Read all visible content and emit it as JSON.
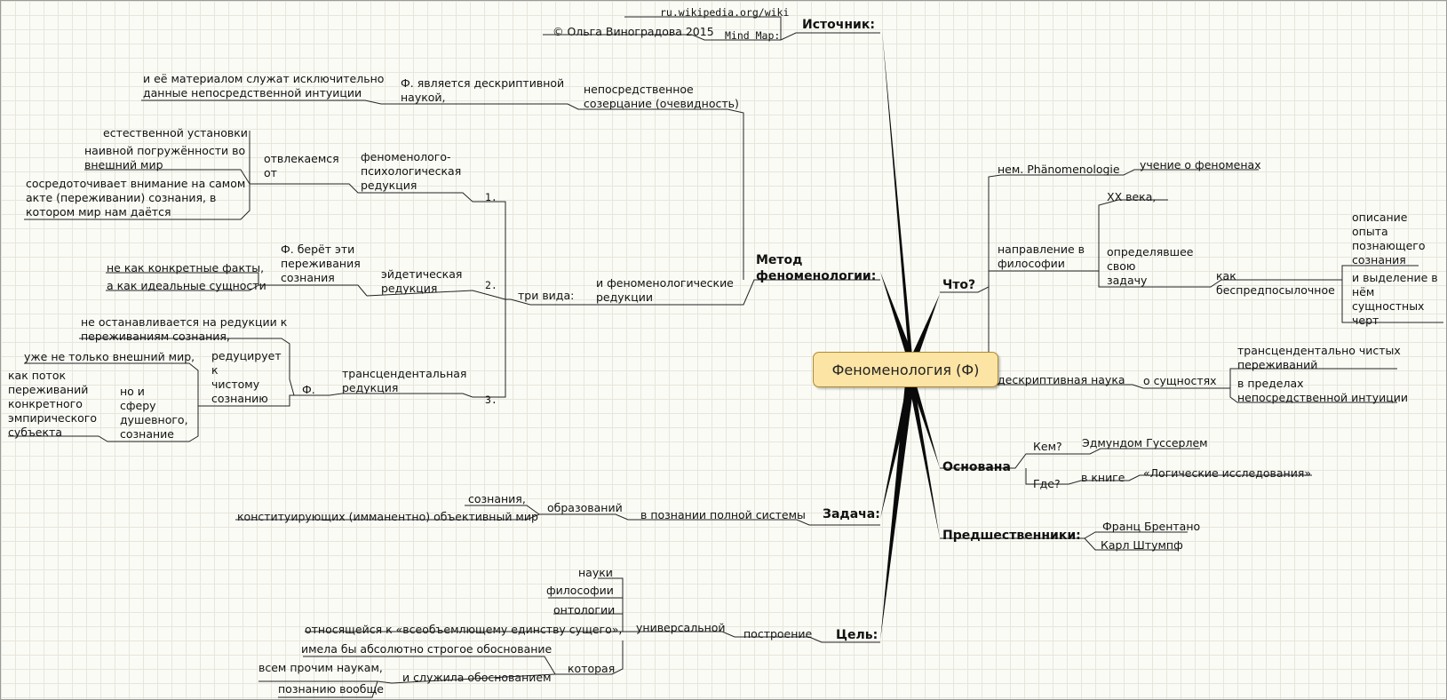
{
  "center": "Феноменология (Ф)",
  "branches": {
    "source": {
      "title": "Источник:",
      "site": "ru.wikipedia.org/wiki",
      "mindmap": "Mind Map:",
      "author": "© Ольга Виноградова 2015"
    },
    "method": {
      "title": "Метод\nфеноменологии:",
      "contemplation": "непосредственное\nсозерцание (очевидность)",
      "descriptive_science": "Ф. является дескриптивной\nнаукой,",
      "material": "и её материалом служат исключительно\nданные непосредственной интуиции",
      "reductions": "и феноменологические\nредукции",
      "three_kinds": "три вида:",
      "num1": "1.",
      "num2": "2.",
      "num3": "3.",
      "psych_reduction": "феноменолого-\nпсихологическая\nредукция",
      "abstract": "отвлекаемся\nот",
      "natural": "естественной установки",
      "naive": "наивной погружённости во\nвнешний мир",
      "focus": "сосредоточивает внимание на самом\nакте (переживании) сознания, в\nкотором мир нам даётся",
      "eidetic": "эйдетическая\nредукция",
      "takes": "Ф. берёт эти\nпереживания\nсознания",
      "not_facts": "не как конкретные факты,",
      "ideal": "а как идеальные сущности",
      "transcendental": "трансцендентальная\nредукция",
      "not_stop": "не останавливается на редукции к\nпереживаниям сознания,",
      "f_short": "Ф.",
      "reduces": "редуцирует\nк\nчистому\nсознанию",
      "not_only": "уже не только внешний мир,",
      "but_sphere": "но и\nсферу\nдушевного,\nсознание",
      "flow": "как поток\nпереживаний\nконкретного\nэмпирического\nсубъекта"
    },
    "what": {
      "title": "Что?",
      "german": "нем. Phänomenologie",
      "doctrine": "учение о феноменах",
      "direction": "направление в\nфилософии",
      "century": "XX века,",
      "defined": "определявшее\nсвою\nзадачу",
      "presuppositionless": "как\nбеспредпосылочное",
      "description": "описание\nопыта\nпознающего\nсознания",
      "essences": "и выделение в\nнём\nсущностных\nчерт",
      "descriptive": "дескриптивная наука",
      "about_essences": "о сущностях",
      "pure": "трансцендентально чистых\nпереживаний",
      "within": "в пределах\nнепосредственной интуиции"
    },
    "founded": {
      "title": "Основана",
      "who": "Кем?",
      "husserl": "Эдмундом Гуссерлем",
      "where": "Где?",
      "in_book": "в книге",
      "book": "«Логические исследования»"
    },
    "predecessors": {
      "title": "Предшественники:",
      "brentano": "Франц Брентано",
      "stumpf": "Карл Штумпф"
    },
    "task": {
      "title": "Задача:",
      "cognition": "в познании полной системы",
      "formations": "образований",
      "consciousness": "сознания,",
      "constituting": "конституирующих (имманентно) объективный мир"
    },
    "goal": {
      "title": "Цель:",
      "construction": "построение",
      "universal": "универсальной",
      "science": "науки",
      "philosophy": "философии",
      "ontology": "онтологии",
      "unity": "относящейся к «всеобъемлющему единству сущего»,",
      "which": "которая",
      "strict": "имела бы абсолютно строгое обоснование",
      "served": "и служила обоснованием",
      "all_sciences": "всем прочим наукам,",
      "knowledge": "познанию вообще"
    }
  }
}
